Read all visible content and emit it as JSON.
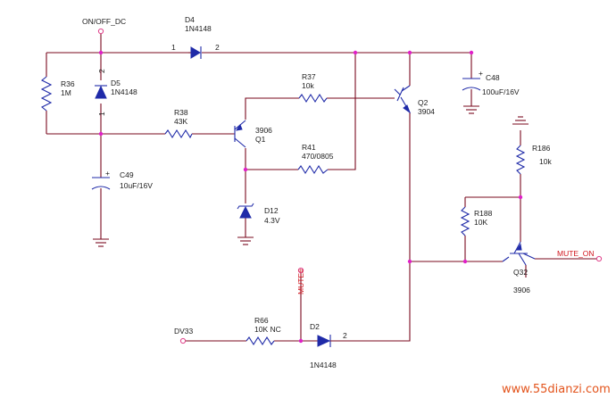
{
  "nets": {
    "on_off": "ON/OFF_DC",
    "dv33": "DV33",
    "mute_in": "MUTE#",
    "mute_out": "MUTE_ON"
  },
  "components": {
    "d4": {
      "ref": "D4",
      "value": "1N4148",
      "pin1": "1",
      "pin2": "2"
    },
    "d5": {
      "ref": "D5",
      "value": "1N4148",
      "pin1": "1",
      "pin2": "2"
    },
    "d2": {
      "ref": "D2",
      "value": "1N4148",
      "pin2": "2"
    },
    "d12": {
      "ref": "D12",
      "value": "4.3V"
    },
    "r36": {
      "ref": "R36",
      "value": "1M"
    },
    "r37": {
      "ref": "R37",
      "value": "10k"
    },
    "r38": {
      "ref": "R38",
      "value": "43K"
    },
    "r41": {
      "ref": "R41",
      "value": "470/0805"
    },
    "r66": {
      "ref": "R66",
      "value": "10K NC"
    },
    "r186": {
      "ref": "R186",
      "value": "10k"
    },
    "r188": {
      "ref": "R188",
      "value": "10K"
    },
    "c48": {
      "ref": "C48",
      "value": "100uF/16V",
      "polarity": "+"
    },
    "c49": {
      "ref": "C49",
      "value": "10uF/16V",
      "polarity": "+"
    },
    "q1": {
      "ref": "Q1",
      "value": "3906"
    },
    "q2": {
      "ref": "Q2",
      "value": "3904"
    },
    "q32": {
      "ref": "Q32",
      "value": "3906"
    }
  },
  "watermark": "www.55dianzi.com",
  "colors": {
    "wire": "#7a0a1e",
    "part": "#1f2aa8",
    "junction": "#e020c8",
    "net_label": "#d0141c",
    "watermark": "#e3541c"
  }
}
